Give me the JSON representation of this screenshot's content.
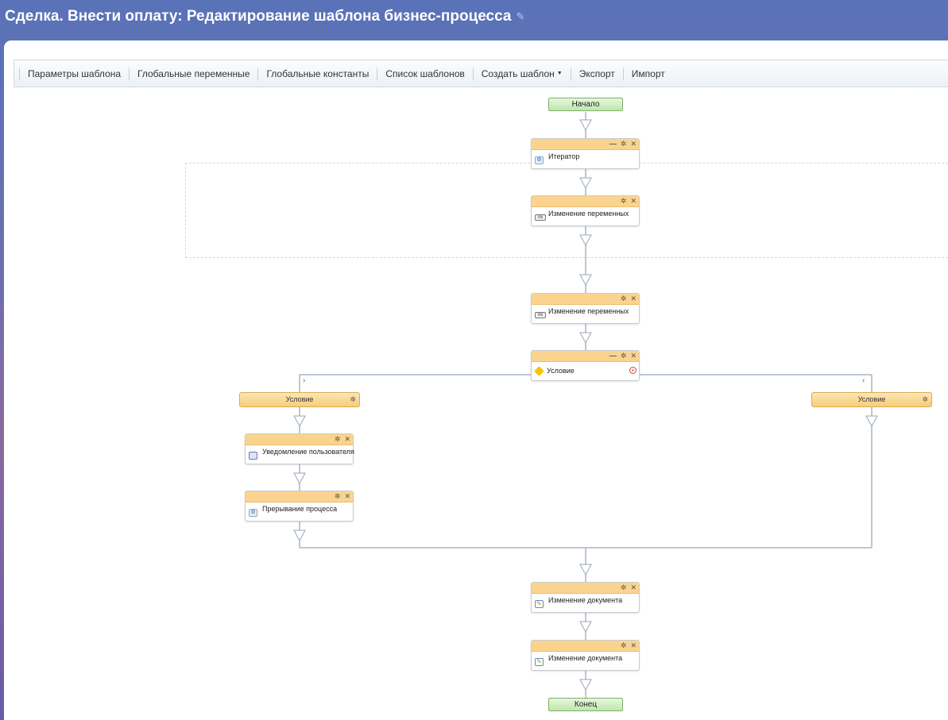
{
  "page": {
    "title": "Сделка. Внести оплату: Редактирование шаблона бизнес-процесса"
  },
  "toolbar": {
    "items": [
      "Параметры шаблона",
      "Глобальные переменные",
      "Глобальные константы",
      "Список шаблонов",
      "Создать шаблон",
      "Экспорт",
      "Импорт"
    ]
  },
  "flow": {
    "start": "Начало",
    "end": "Конец",
    "activities": {
      "iterator": "Итератор",
      "var_change_1": "Изменение переменных",
      "var_change_2": "Изменение переменных",
      "condition": "Условие",
      "notify_user": "Уведомление пользователя",
      "terminate": "Прерывание процесса",
      "doc_change_1": "Изменение документа",
      "doc_change_2": "Изменение документа"
    },
    "branches": {
      "left": "Условие",
      "right": "Условие"
    }
  },
  "icons": {
    "pin": "pin-icon",
    "minimize": "minimize-icon",
    "settings": "gear-icon",
    "close": "close-icon",
    "add": "add-branch-icon"
  },
  "colors": {
    "accent": "#5a72b8",
    "activity_header": "#fad48e",
    "terminal": "#bfe6ad",
    "connector": "#a9b6c6"
  }
}
